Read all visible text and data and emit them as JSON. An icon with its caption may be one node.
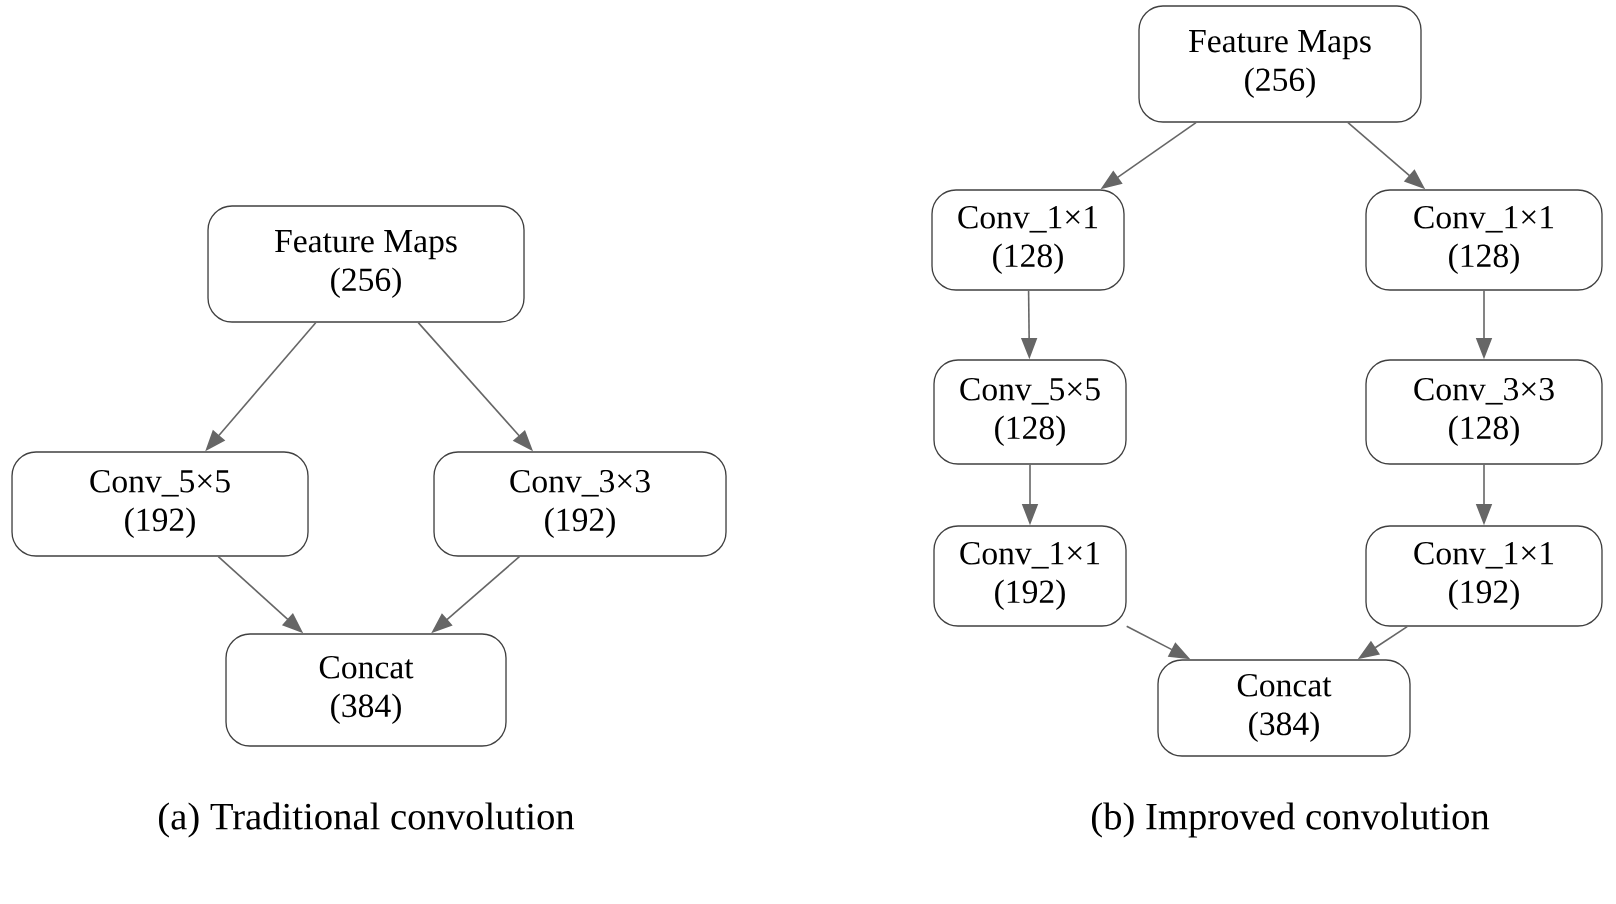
{
  "diagram": {
    "nodes": [
      {
        "text": [
          "Feature Maps",
          "(256)"
        ]
      },
      {
        "text": [
          "Conv_5×5",
          "(192)"
        ]
      },
      {
        "text": [
          "Conv_3×3",
          "(192)"
        ]
      },
      {
        "text": [
          "Concat",
          "(384)"
        ]
      },
      {
        "text": [
          "Feature Maps",
          "(256)"
        ]
      },
      {
        "text": [
          "Conv_1×1",
          "(128)"
        ]
      },
      {
        "text": [
          "Conv_1×1",
          "(128)"
        ]
      },
      {
        "text": [
          "Conv_5×5",
          "(128)"
        ]
      },
      {
        "text": [
          "Conv_3×3",
          "(128)"
        ]
      },
      {
        "text": [
          "Conv_1×1",
          "(192)"
        ]
      },
      {
        "text": [
          "Conv_1×1",
          "(192)"
        ]
      },
      {
        "text": [
          "Concat",
          "(384)"
        ]
      }
    ],
    "edges": [
      {
        "from": 0,
        "to": 1,
        "arrow": "to"
      },
      {
        "from": 0,
        "to": 2,
        "arrow": "to"
      },
      {
        "from": 1,
        "to": 3,
        "arrow": "to"
      },
      {
        "from": 2,
        "to": 3,
        "arrow": "to"
      },
      {
        "from": 4,
        "to": 5,
        "arrow": "to"
      },
      {
        "from": 4,
        "to": 6,
        "arrow": "to"
      },
      {
        "from": 5,
        "to": 7,
        "arrow": "to"
      },
      {
        "from": 6,
        "to": 8,
        "arrow": "to"
      },
      {
        "from": 7,
        "to": 9,
        "arrow": "to"
      },
      {
        "from": 8,
        "to": 10,
        "arrow": "to"
      },
      {
        "from": 9,
        "to": 11,
        "arrow": "to"
      },
      {
        "from": 10,
        "to": 11,
        "arrow": "to"
      }
    ],
    "labels": [
      "(a) Traditional convolution",
      "(b) Improved convolution"
    ]
  }
}
